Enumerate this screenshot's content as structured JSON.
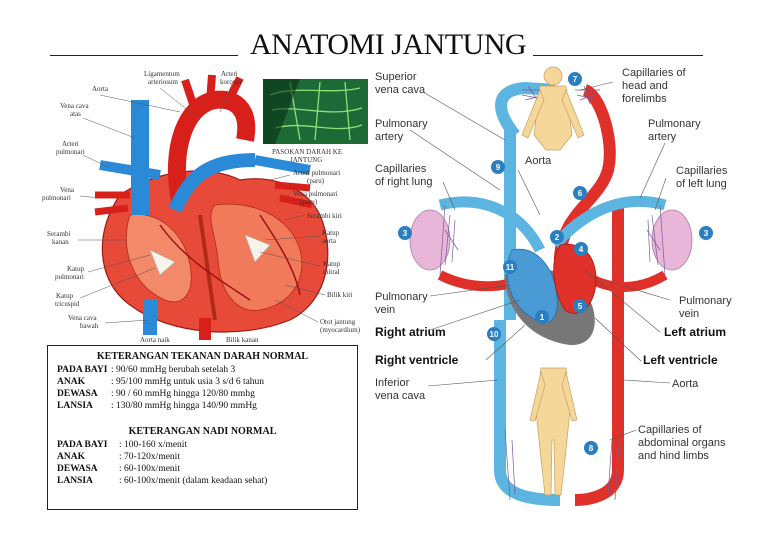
{
  "title": "ANATOMI JANTUNG",
  "left_labels": {
    "aorta": "Aorta",
    "ligamentum_1": "Ligamentum",
    "ligamentum_2": "arteriosum",
    "arteri_koroner_1": "Arteri",
    "arteri_koroner_2": "koroner",
    "vena_cava_atas_1": "Vena cava",
    "vena_cava_atas_2": "atas",
    "arteri_pulmonari_1": "Arteri",
    "arteri_pulmonari_2": "pulmonari",
    "vena_pulmonari_1": "Vena",
    "vena_pulmonari_2": "pulmonari",
    "serambi_kanan_1": "Serambi",
    "serambi_kanan_2": "kanan",
    "katup_pulmonari_1": "Katup",
    "katup_pulmonari_2": "pulmonari",
    "katup_tricuspid_1": "Katup",
    "katup_tricuspid_2": "tricuspid",
    "vena_cava_bawah_1": "Vena cava",
    "vena_cava_bawah_2": "bawah",
    "aorta_naik": "Aorta naik",
    "bilik_kanan": "Bilik kanan",
    "pasokan_1": "PASOKAN DARAH KE",
    "pasokan_2": "JANTUNG",
    "arteri_pulmonari_paru_1": "Arteri  pulmonari",
    "arteri_pulmonari_paru_2": "(paru)",
    "vena_pulmonari_paru_1": "Vena pulmonari",
    "vena_pulmonari_paru_2": "(paru)",
    "serambi_kiri": "Serambi kiri",
    "katup_aorta_1": "Katup",
    "katup_aorta_2": "aorta",
    "katup_mitral_1": "Katup",
    "katup_mitral_2": "mitral",
    "bilik_kiri": "Bilik kiri",
    "otot_jantung_1": "Otot jantung",
    "otot_jantung_2": "(myocardium)"
  },
  "right_labels": {
    "superior_vena_cava_1": "Superior",
    "superior_vena_cava_2": "vena cava",
    "cap_head_1": "Capillaries of",
    "cap_head_2": "head and",
    "cap_head_3": "forelimbs",
    "pulmonary_artery_l_1": "Pulmonary",
    "pulmonary_artery_l_2": "artery",
    "pulmonary_artery_r_1": "Pulmonary",
    "pulmonary_artery_r_2": "artery",
    "aorta_top": "Aorta",
    "cap_right_lung_1": "Capillaries",
    "cap_right_lung_2": "of right lung",
    "cap_left_lung_1": "Capillaries",
    "cap_left_lung_2": "of left lung",
    "pulmonary_vein_l_1": "Pulmonary",
    "pulmonary_vein_l_2": "vein",
    "pulmonary_vein_r_1": "Pulmonary",
    "pulmonary_vein_r_2": "vein",
    "right_atrium": "Right atrium",
    "left_atrium": "Left atrium",
    "right_ventricle": "Right ventricle",
    "left_ventricle": "Left ventricle",
    "inferior_vena_cava_1": "Inferior",
    "inferior_vena_cava_2": "vena cava",
    "aorta_bottom": "Aorta",
    "cap_abdominal_1": "Capillaries of",
    "cap_abdominal_2": "abdominal organs",
    "cap_abdominal_3": "and hind limbs",
    "numbers": [
      "1",
      "2",
      "3",
      "3",
      "4",
      "5",
      "6",
      "7",
      "8",
      "9",
      "10",
      "11"
    ]
  },
  "info_box": {
    "bp_heading": "KETERANGAN TEKANAN DARAH NORMAL",
    "bp_rows": [
      {
        "key": "PADA BAYI",
        "value": ": 90/60 mmHg berubah setelah 3"
      },
      {
        "key": "ANAK",
        "value": ": 95/100 mmHg untuk usia 3 s/d 6 tahun"
      },
      {
        "key": "DEWASA",
        "value": ": 90 / 60 mmHg hingga 120/80 mmhg"
      },
      {
        "key": "LANSIA",
        "value": ": 130/80 mmHg hingga 140/90 mmHg"
      }
    ],
    "pulse_heading": "KETERANGAN NADI NORMAL",
    "pulse_rows": [
      {
        "key": "PADA BAYI",
        "value": ": 100-160 x/menit"
      },
      {
        "key": "ANAK",
        "value": ": 70-120x/menit"
      },
      {
        "key": "DEWASA",
        "value": ": 60-100x/menit"
      },
      {
        "key": "LANSIA",
        "value": ": 60-100x/menit (dalam keadaan sehat)"
      }
    ]
  },
  "colors": {
    "artery_red": "#e0302a",
    "vein_blue": "#5bb5e0",
    "heart_blue_dark": "#2f7fc0",
    "vessel_purple": "#7a5a9a",
    "body_skin": "#f5d79a",
    "number_circle": "#2a7fc0",
    "lung_pink": "#e8b6d8"
  }
}
